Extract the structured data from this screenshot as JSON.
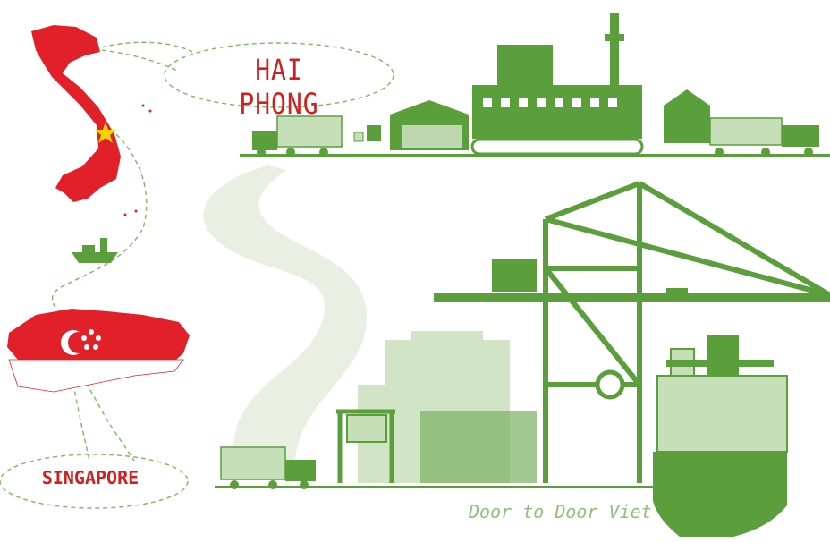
{
  "labels": {
    "origin": "HAI PHONG",
    "destination": "SINGAPORE",
    "brand": "Door to Door Viet"
  },
  "colors": {
    "green": "#5b9e3c",
    "pale_green": "#c6dfb8",
    "red": "#e2202a",
    "label_red": "#d11f1f",
    "brand_green": "#8fbf78",
    "road": "#e9efe3",
    "dash": "#7cb863"
  },
  "icons": {
    "vietnam_map": "vietnam-map-icon",
    "singapore_map": "singapore-map-icon",
    "ship": "ship-icon",
    "truck": "truck-icon",
    "factory": "factory-icon",
    "crane": "gantry-crane-icon",
    "cargo_ship": "cargo-ship-icon"
  }
}
